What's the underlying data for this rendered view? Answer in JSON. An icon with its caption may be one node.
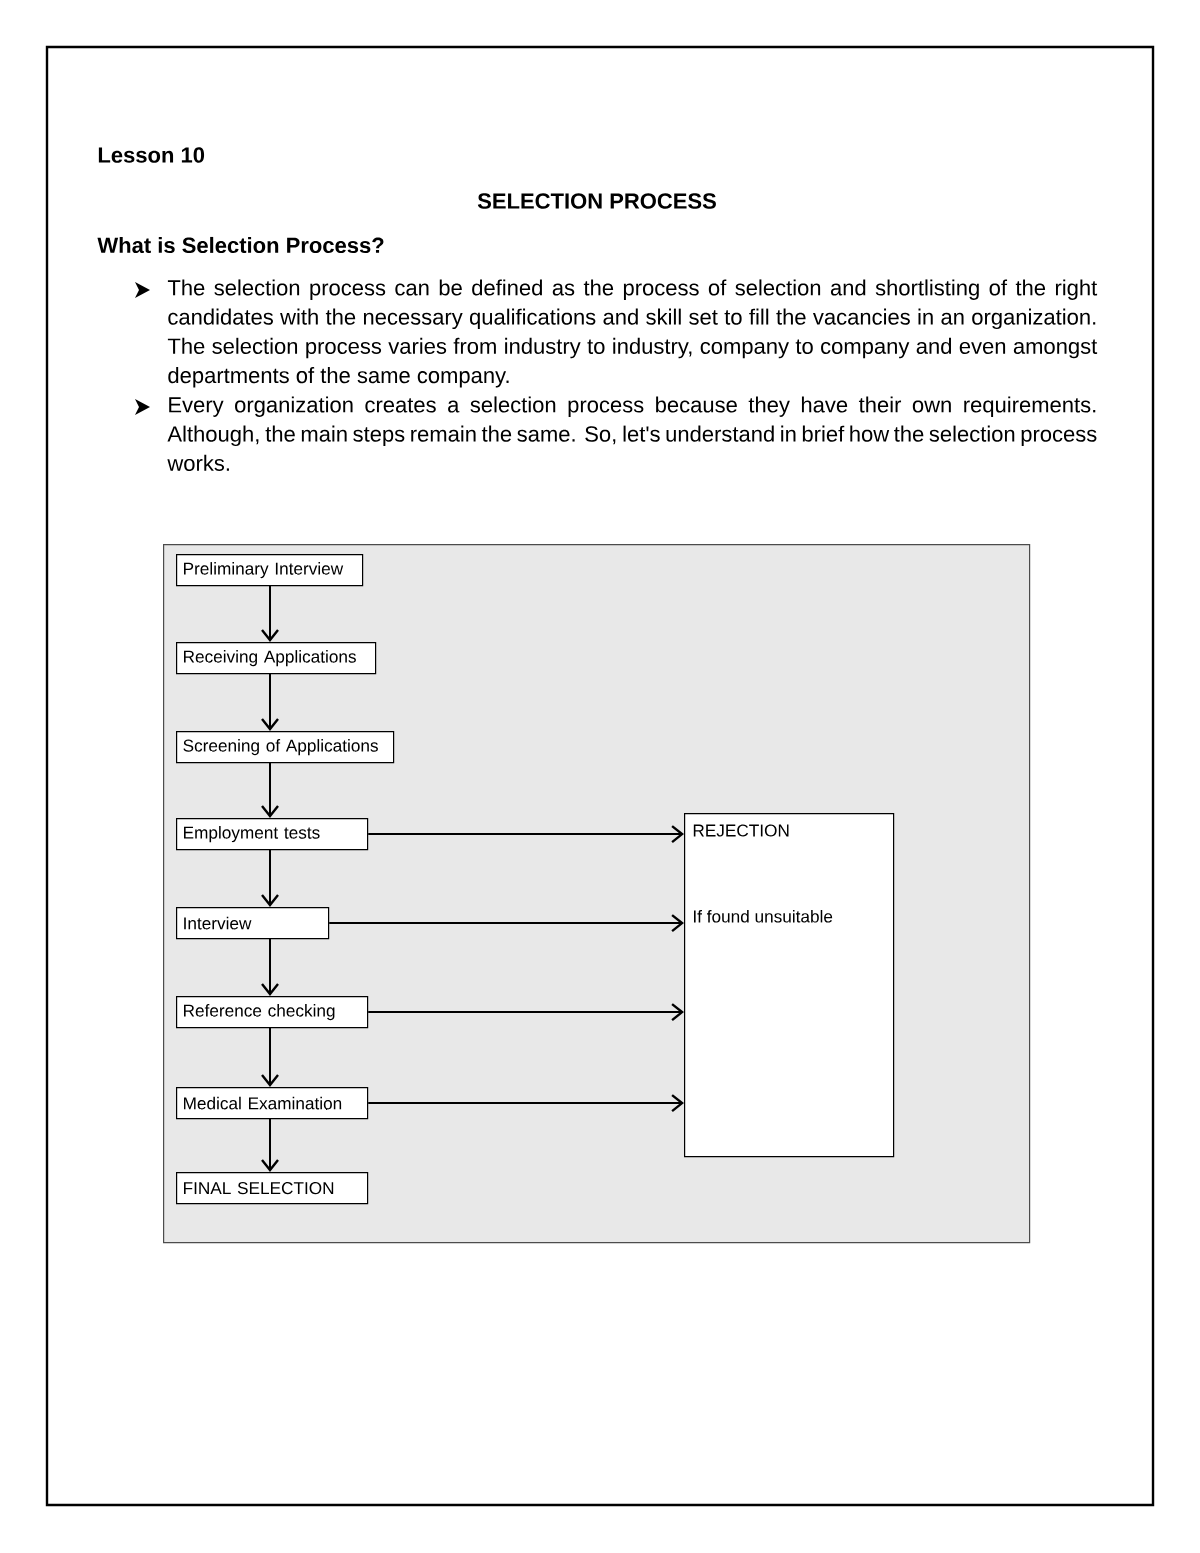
{
  "diagram": {
    "title": "SELECTION PROCESS",
    "nodes": [
      {
        "text": [],
        "shape": "box"
      },
      {
        "text": [
          "Preliminary Interview"
        ],
        "in": 0
      },
      {
        "text": [
          "Receiving Applications"
        ],
        "in": 0
      },
      {
        "text": [
          "Screening of Applications"
        ],
        "in": 0
      },
      {
        "text": [
          "Employment tests"
        ],
        "in": 0
      },
      {
        "text": [
          "Interview"
        ],
        "in": 0
      },
      {
        "text": [
          "Reference checking"
        ],
        "in": 0
      },
      {
        "text": [
          "Medical Examination"
        ],
        "in": 0
      },
      {
        "text": [
          "FINAL SELECTION"
        ],
        "in": 0
      },
      {
        "text": [
          "REJECTION",
          "If found unsuitable"
        ],
        "in": 0
      }
    ],
    "edges": [
      {
        "from": 1,
        "to": 2,
        "arrow": "to"
      },
      {
        "from": 2,
        "to": 3,
        "arrow": "to"
      },
      {
        "from": 3,
        "to": 4,
        "arrow": "to"
      },
      {
        "from": 4,
        "to": 5,
        "arrow": "to"
      },
      {
        "from": 5,
        "to": 6,
        "arrow": "to"
      },
      {
        "from": 6,
        "to": 7,
        "arrow": "to"
      },
      {
        "from": 7,
        "to": 8,
        "arrow": "to"
      },
      {
        "from": 4,
        "to": 9,
        "arrow": "to"
      },
      {
        "from": 5,
        "to": 9,
        "arrow": "to"
      },
      {
        "from": 6,
        "to": 9,
        "arrow": "to"
      },
      {
        "from": 7,
        "to": 9,
        "arrow": "to"
      }
    ],
    "labels": [
      "Lesson 10",
      "What is Selection Process?",
      "The selection process can be defined as the process of selection and shortlisting of the right candidates with the necessary qualifications and skill set to fill the vacancies in an organization. The selection process varies from industry to industry, company to company and even amongst departments of the same company.",
      "Every organization creates a selection process because they have their own requirements. Although, the main steps remain the same. So, let's understand in brief how the selection process works."
    ]
  }
}
